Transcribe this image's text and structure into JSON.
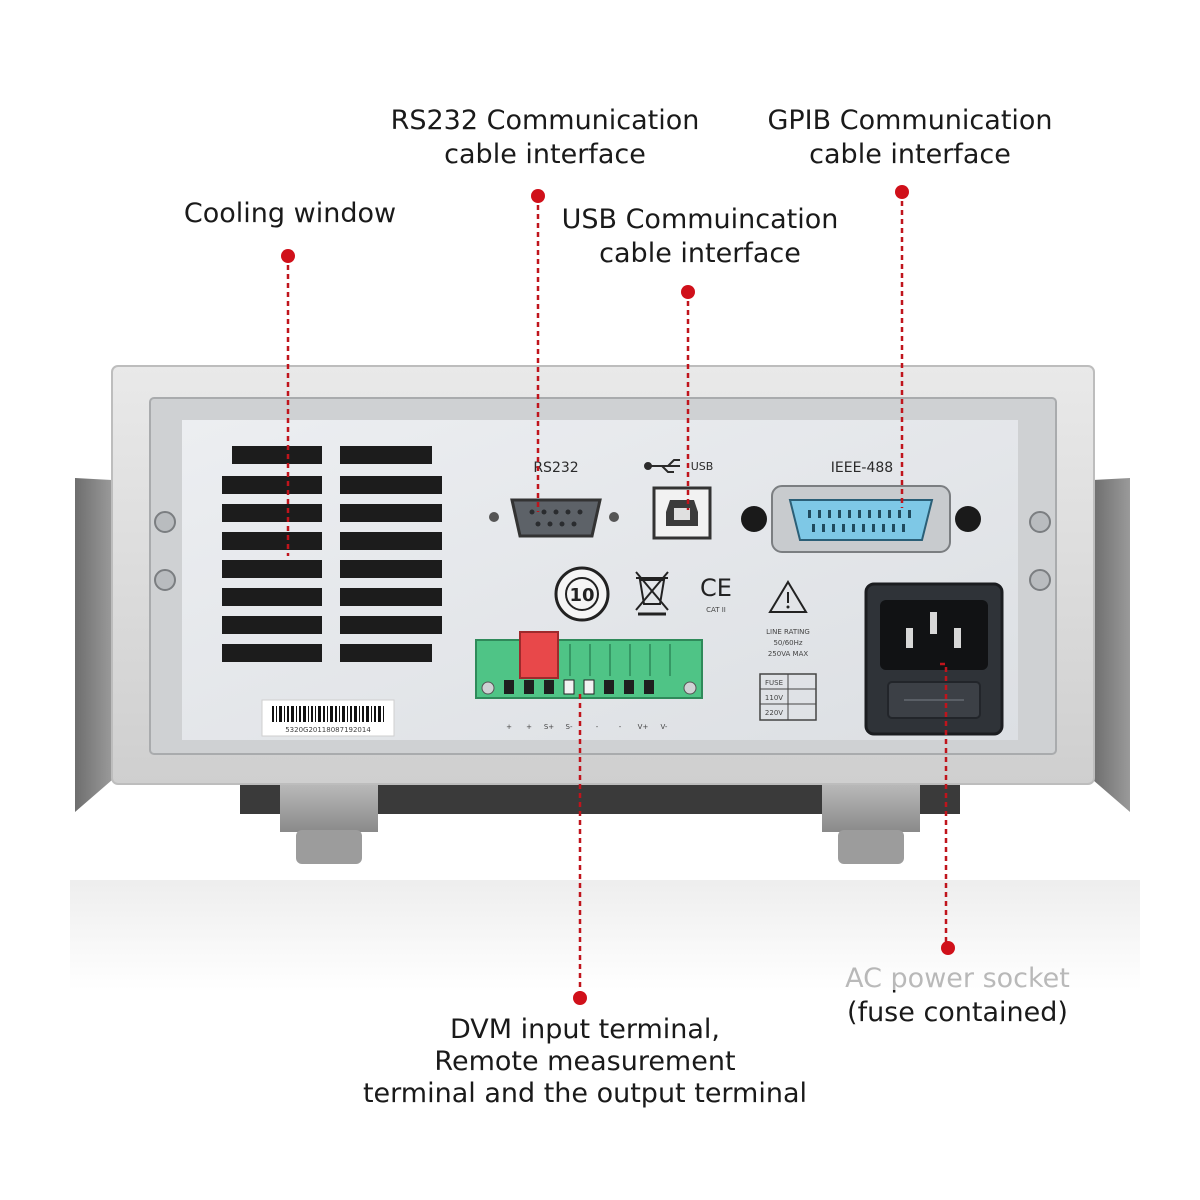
{
  "callouts": {
    "cooling": [
      "Cooling window"
    ],
    "rs232": [
      "RS232 Communication",
      "cable interface"
    ],
    "usb": [
      "USB Commuincation",
      "cable interface"
    ],
    "gpib": [
      "GPIB Communication",
      "cable interface"
    ],
    "ac_power": [
      "AC power socket",
      "(fuse contained)"
    ],
    "dvm": [
      "DVM input terminal,",
      "Remote measurement",
      "terminal and the output terminal"
    ]
  },
  "panel": {
    "rs232_label": "RS232",
    "usb_label": "USB",
    "ieee_label": "IEEE-488",
    "rohs_mark": "10",
    "ce_mark": "CE",
    "cat_mark": "CAT II",
    "terminal_labels": [
      "+",
      "+",
      "S+",
      "S-",
      "-",
      "-",
      "V+",
      "V-"
    ],
    "barcode_number": "5320G20118087192014",
    "line_rating": [
      "LINE RATING",
      "50/60Hz",
      "250VA MAX"
    ],
    "fuse_table": [
      "FUSE",
      "110V",
      "220V"
    ]
  },
  "colors": {
    "accent_dot": "#d0101a",
    "leader_line": "#c0141c",
    "terminal_green": "#4fc486",
    "terminal_red": "#e8484a",
    "gpib_blue": "#7ec8e6"
  }
}
